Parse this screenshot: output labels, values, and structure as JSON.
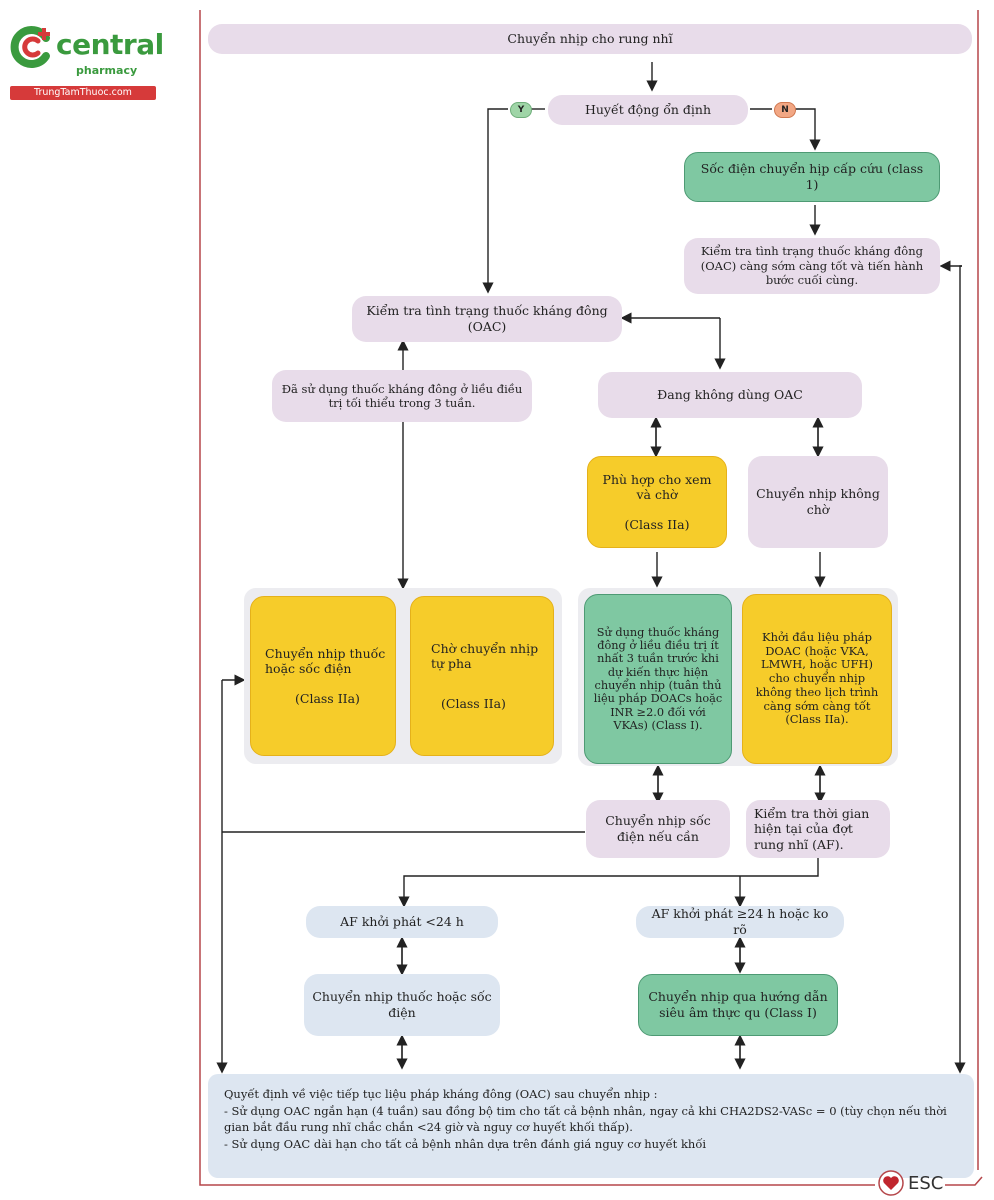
{
  "logo": {
    "brand": "central",
    "sub": "pharmacy",
    "site": "TrungTamThuoc.com"
  },
  "nodes": {
    "title": "Chuyển nhịp cho rung nhĩ",
    "hemo": "Huyết động ổn định",
    "yes": "Y",
    "no": "N",
    "shock": "Sốc điện chuyển hịp cấp cứu (class 1)",
    "check_oac_urgent": "Kiểm tra tình trạng thuốc kháng đông (OAC) càng sớm càng tốt và tiến hành bước cuối cùng.",
    "check_oac": "Kiểm tra tình trạng thuốc kháng đông (OAC)",
    "used_oac": "Đã sử dụng thuốc kháng đông ở liều điều trị tối thiểu trong 3 tuần.",
    "not_oac": "Đang không dùng OAC",
    "wait_see": "Phù hợp cho xem và chờ",
    "wait_see_class": "(Class IIa)",
    "no_wait": "Chuyển nhịp không chờ",
    "pharm_cardio": "Chuyển nhịp thuốc hoặc sốc điện",
    "pharm_cardio_class": "(Class IIa)",
    "spont": "Chờ chuyển nhịp tự pha",
    "spont_class": "(Class IIa)",
    "oac3w": "Sử dụng thuốc kháng đông ở liều điều trị ít nhất 3 tuần trước khi dự kiến thực hiện chuyển nhịp (tuân thủ liệu pháp DOACs hoặc INR ≥2.0 đối với VKAs) (Class I).",
    "start_doac": "Khởi đầu liệu pháp DOAC (hoặc VKA, LMWH, hoặc UFH) cho chuyển nhịp không theo lịch trình càng sớm càng tốt (Class IIa).",
    "shock_if": "Chuyển nhịp sốc điện nếu cần",
    "check_time": "Kiểm tra thời gian hiện tại của đợt rung nhĩ (AF).",
    "af_lt24": "AF khởi phát <24 h",
    "af_ge24": "AF khởi phát ≥24 h hoặc ko rõ",
    "pharm_cardio2": "Chuyển nhịp thuốc hoặc sốc điện",
    "tee": "Chuyển nhịp qua hướng dẫn siêu âm thực qu (Class I)"
  },
  "final": {
    "l1": "Quyết định về việc tiếp tục liệu pháp kháng đông (OAC) sau chuyển nhịp :",
    "l2": "- Sử dụng OAC ngắn hạn (4 tuần) sau đồng bộ tim cho tất cả bệnh nhân, ngay cả khi CHA2DS2-VASc = 0 (tùy chọn nếu thời gian bắt đầu rung nhĩ chắc chắn <24 giờ và nguy cơ huyết khối thấp).",
    "l3": "- Sử dụng OAC dài hạn cho tất cả bệnh nhân dựa trên đánh giá nguy cơ huyết khối"
  },
  "esc": "ESC",
  "colors": {
    "frame": "#b5464a",
    "lavender": "#e8dcea",
    "blue": "#dde6f1",
    "green": "#7fc8a2",
    "yellow": "#f6cc2a",
    "logo_green": "#3a9a3e",
    "logo_red": "#d63a3a"
  }
}
